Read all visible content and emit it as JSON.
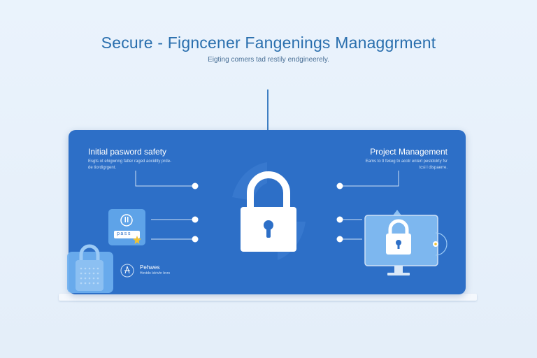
{
  "header": {
    "title": "Secure - Figncener Fangenings Managgrment",
    "subtitle": "Eigting comers tad restily endgineerely."
  },
  "left_section": {
    "heading": "Initial pasword safety",
    "description": "Esgts ot ehigwnng fatter raged aocidlty prde-de tiordigrgent.",
    "fingerprint_label": "Pehwes",
    "fingerprint_sub": "Hovtdo lelrivhr bvro"
  },
  "right_section": {
    "heading": "Project Management",
    "description": "Eams to tl fekeg tn acotr enterl pestdolrty fsr tcsi l dispaerre."
  },
  "password_card": {
    "text": "pass"
  },
  "colors": {
    "panel": "#2d6fc7",
    "accent_light": "#5ea3e8",
    "title": "#2a6fae",
    "star": "#f2c230"
  },
  "icons": [
    "lock-icon",
    "password-icon",
    "fingerprint-icon",
    "monitor-lock-icon",
    "star-icon",
    "small-lock-icon"
  ]
}
